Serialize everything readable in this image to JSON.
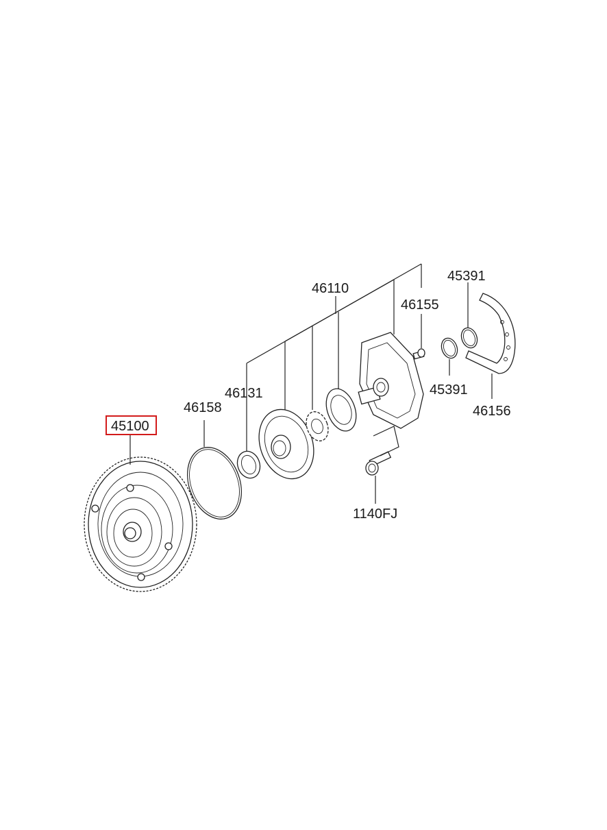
{
  "labels": {
    "torque_converter": "45100",
    "o_ring": "46158",
    "oil_seal": "46131",
    "oil_pump_assy": "46110",
    "bolt_top": "46155",
    "seal_ring_top": "45391",
    "seal_ring_bottom": "45391",
    "gasket": "46156",
    "flange_bolt": "1140FJ"
  },
  "highlight": {
    "part": "45100",
    "color": "#d21a1a"
  }
}
